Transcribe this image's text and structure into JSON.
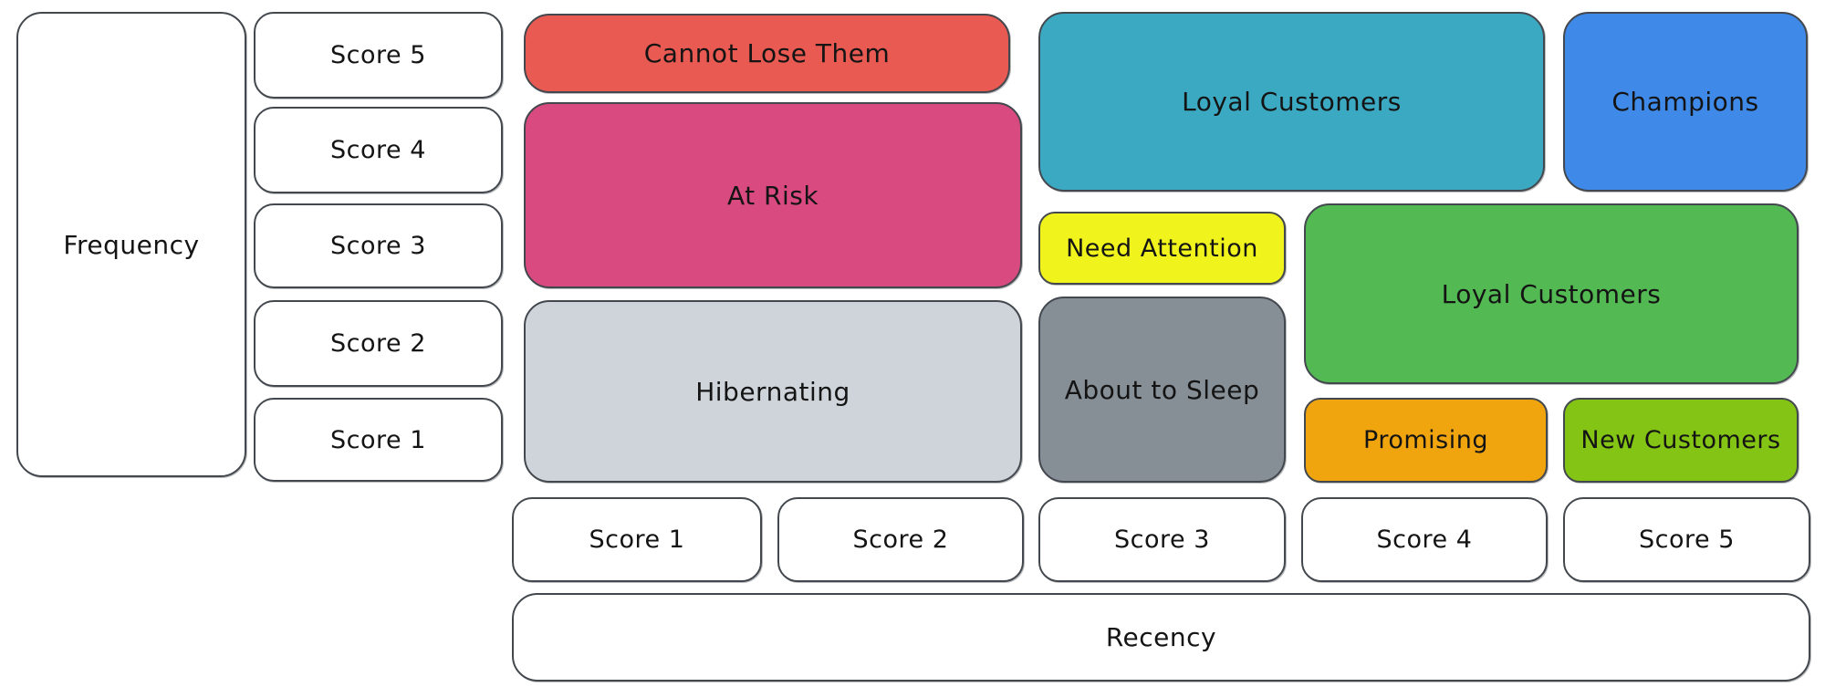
{
  "diagram_type": "rfm-segmentation-grid",
  "axes": {
    "y_label": "Frequency",
    "x_label": "Recency",
    "frequency_scores": [
      "Score 5",
      "Score 4",
      "Score 3",
      "Score 2",
      "Score 1"
    ],
    "recency_scores": [
      "Score 1",
      "Score 2",
      "Score 3",
      "Score 4",
      "Score 5"
    ]
  },
  "segments": [
    {
      "label": "Cannot Lose Them",
      "color": "#e95a52",
      "recency": "1-2",
      "frequency": "5"
    },
    {
      "label": "At Risk",
      "color": "#d84a80",
      "recency": "1-2",
      "frequency": "3-4"
    },
    {
      "label": "Hibernating",
      "color": "#ced4da",
      "recency": "1-2",
      "frequency": "1-2"
    },
    {
      "label": "Loyal Customers",
      "color": "#3ca9c2",
      "recency": "3-4",
      "frequency": "4-5"
    },
    {
      "label": "Champions",
      "color": "#3f8ae8",
      "recency": "5",
      "frequency": "4-5"
    },
    {
      "label": "Need Attention",
      "color": "#f1f41c",
      "recency": "3",
      "frequency": "3"
    },
    {
      "label": "Loyal Customers",
      "color": "#53b953",
      "recency": "4-5",
      "frequency": "2-3"
    },
    {
      "label": "About to Sleep",
      "color": "#868e96",
      "recency": "3",
      "frequency": "1-2"
    },
    {
      "label": "Promising",
      "color": "#f0a50f",
      "recency": "4",
      "frequency": "1"
    },
    {
      "label": "New Customers",
      "color": "#84c414",
      "recency": "5",
      "frequency": "1"
    }
  ],
  "colors": {
    "background": "#ffffff",
    "stroke": "#43484e",
    "text": "#141414"
  }
}
